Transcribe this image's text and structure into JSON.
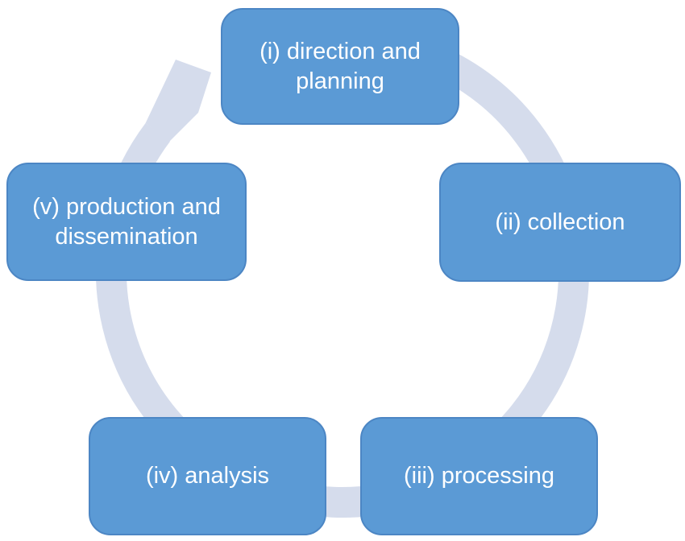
{
  "diagram": {
    "type": "cycle",
    "colors": {
      "box_fill": "#5B9AD5",
      "box_border": "#4C86C4",
      "band": "#D5DCEC",
      "text": "#FFFFFF",
      "background": "#FFFFFF"
    },
    "connector": {
      "type": "circular-arrow",
      "direction": "clockwise",
      "arrow_points_to": "(i) direction and planning"
    },
    "nodes": [
      {
        "id": "step-1",
        "label": "(i) direction and planning",
        "position": "top"
      },
      {
        "id": "step-2",
        "label": "(ii) collection",
        "position": "right"
      },
      {
        "id": "step-3",
        "label": "(iii) processing",
        "position": "bottom-right"
      },
      {
        "id": "step-4",
        "label": "(iv) analysis",
        "position": "bottom-left"
      },
      {
        "id": "step-5",
        "label": "(v) production and dissemination",
        "position": "left"
      }
    ]
  }
}
